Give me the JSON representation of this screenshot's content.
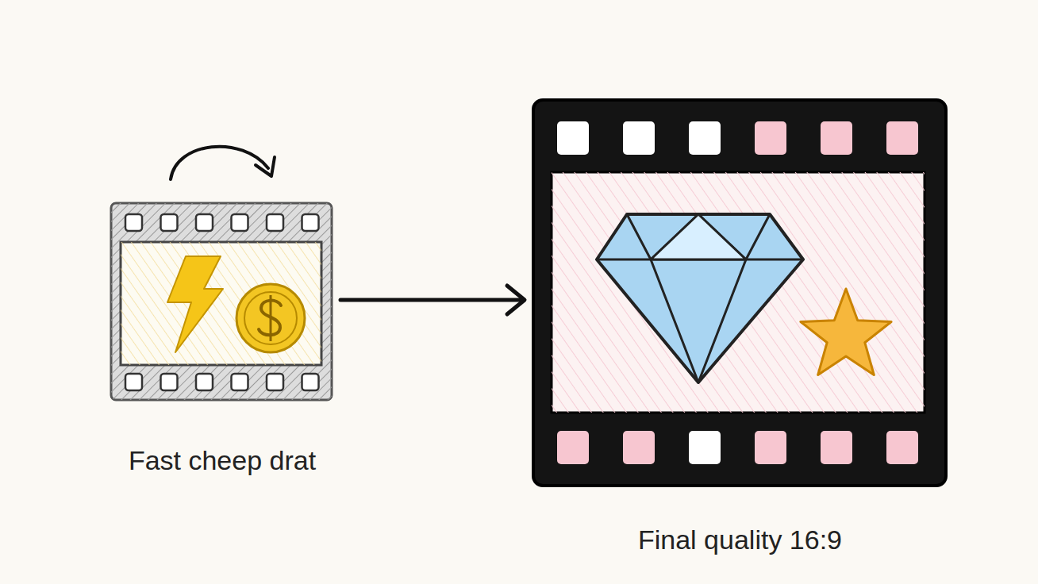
{
  "diagram": {
    "nodes": [
      {
        "text": [
          "Fast cheep drat"
        ]
      },
      {
        "text": [
          "Final quality 16:9"
        ]
      }
    ],
    "edges": [
      {
        "from": 0,
        "to": 1,
        "arrow": "to"
      }
    ]
  }
}
